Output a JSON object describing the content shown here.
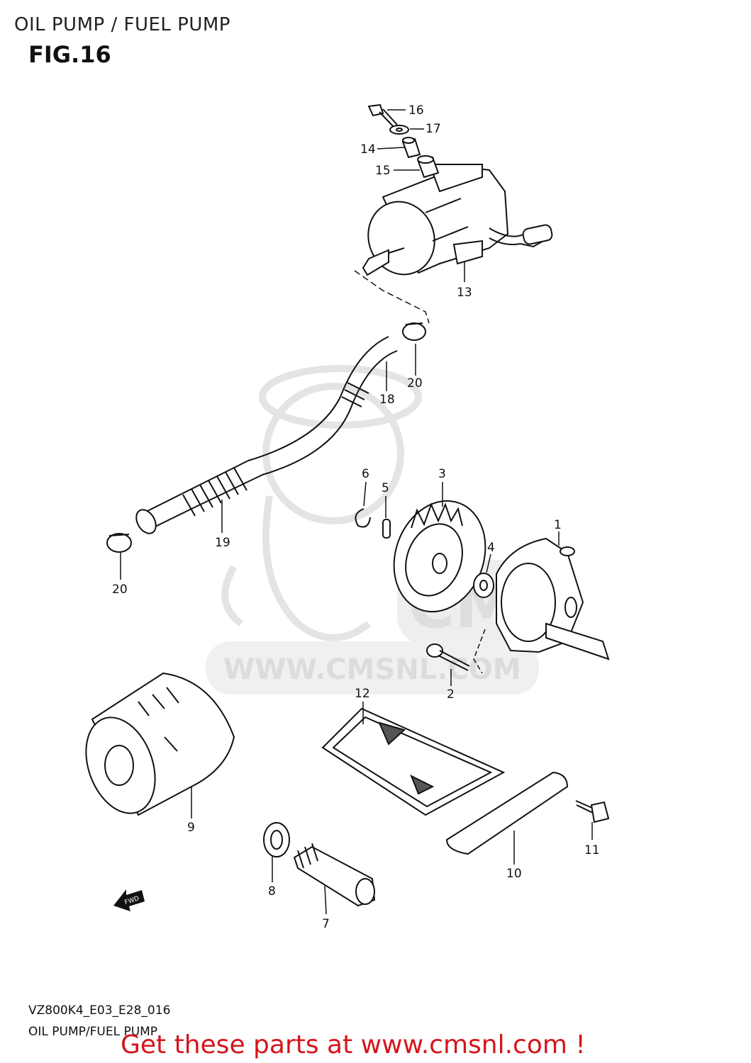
{
  "header": {
    "title": "OIL PUMP / FUEL PUMP",
    "figure": "FIG.16"
  },
  "watermark": {
    "logo_text": "CMS",
    "url_text": "WWW.CMSNL.COM"
  },
  "callouts": [
    "1",
    "2",
    "3",
    "4",
    "5",
    "6",
    "7",
    "8",
    "9",
    "10",
    "11",
    "12",
    "13",
    "14",
    "15",
    "16",
    "17",
    "18",
    "19",
    "20",
    "20"
  ],
  "direction_arrow": {
    "label": "FWD"
  },
  "footer": {
    "code": "VZ800K4_E03_E28_016",
    "title": "OIL PUMP/FUEL PUMP",
    "promo": "Get these parts at www.cmsnl.com !"
  },
  "colors": {
    "line": "#111111",
    "watermark": "#e4e4e4",
    "promo": "#d6141b"
  }
}
